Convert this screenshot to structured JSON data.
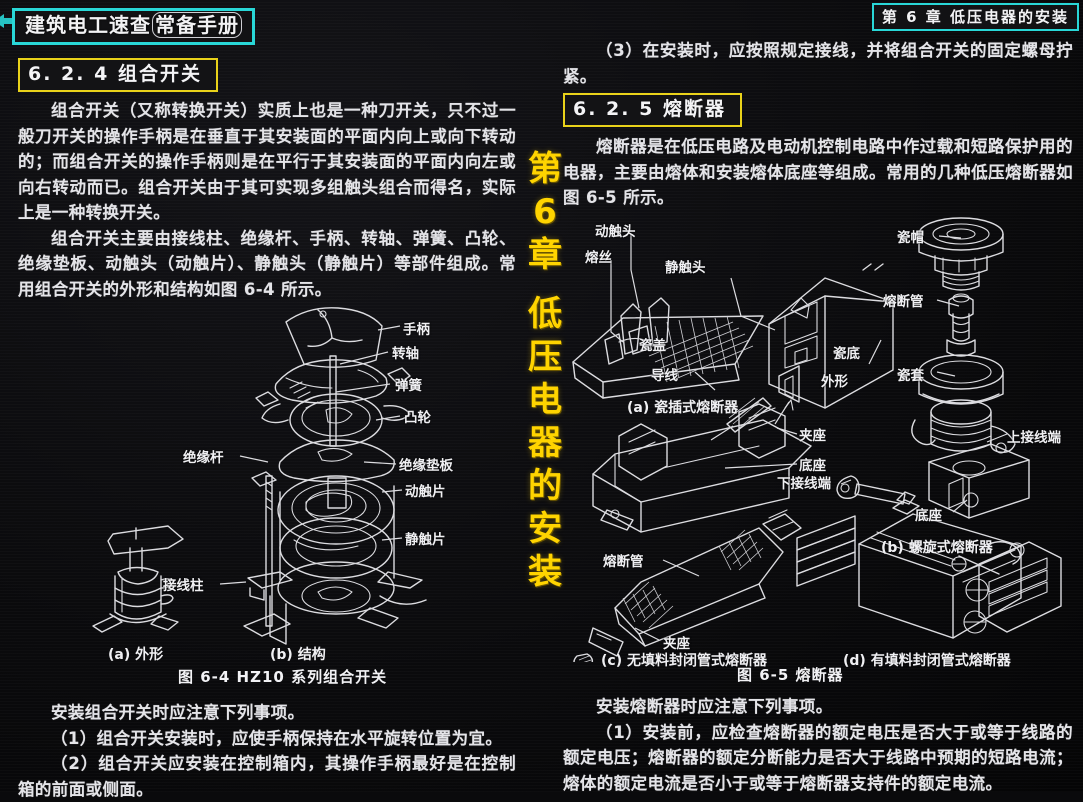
{
  "header": {
    "book_tag_main": "建筑电工速查",
    "book_tag_paren": "常备手册",
    "running_head": "第 6 章    低压电器的安装",
    "left_edge_icon": "bookmark-arrow-icon"
  },
  "chapter_vertical": {
    "line1": "第",
    "line2": "6",
    "line3": "章",
    "line4": "低",
    "line5": "压",
    "line6": "电",
    "line7": "器",
    "line8": "的",
    "line9": "安",
    "line10": "装"
  },
  "left_column": {
    "section_heading": "6. 2. 4    组合开关",
    "para1": "组合开关（又称转换开关）实质上也是一种刀开关，只不过一般刀开关的操作手柄是在垂直于其安装面的平面内向上或向下转动的；而组合开关的操作手柄则是在平行于其安装面的平面内向左或向右转动而已。组合开关由于其可实现多组触头组合而得名，实际上是一种转换开关。",
    "para2": "组合开关主要由接线柱、绝缘杆、手柄、转轴、弹簧、凸轮、绝缘垫板、动触头（动触片）、静触头（静触片）等部件组成。常用组合开关的外形和结构如图 6-4 所示。",
    "para3": "安装组合开关时应注意下列事项。",
    "para4": "（1）组合开关安装时，应使手柄保持在水平旋转位置为宜。",
    "para5": "（2）组合开关应安装在控制箱内，其操作手柄最好是在控制箱的前面或侧面。"
  },
  "right_column": {
    "para0": "（3）在安装时，应按照规定接线，并将组合开关的固定螺母拧紧。",
    "section_heading": "6. 2. 5    熔断器",
    "para1": "熔断器是在低压电路及电动机控制电路中作过载和短路保护用的电器，主要由熔体和安装熔体底座等组成。常用的几种低压熔断器如图 6-5 所示。",
    "para2": "安装熔断器时应注意下列事项。",
    "para3": "（1）安装前，应检查熔断器的额定电压是否大于或等于线路的额定电压；熔断器的额定分断能力是否大于线路中预期的短路电流；熔体的额定电流是否小于或等于熔断器支持件的额定电流。"
  },
  "figure_6_4": {
    "caption": "图 6-4    HZ10 系列组合开关",
    "sub_a": "(a) 外形",
    "sub_b": "(b) 结构",
    "labels": {
      "handle": "手柄",
      "shaft": "转轴",
      "spring": "弹簧",
      "cam": "凸轮",
      "insulating_rod": "绝缘杆",
      "insulating_plate": "绝缘垫板",
      "moving_contact": "动触片",
      "static_contact": "静触片",
      "terminal": "接线柱"
    }
  },
  "figure_6_5": {
    "caption": "图 6-5    熔断器",
    "sub_a": "(a) 瓷插式熔断器",
    "sub_b": "(b) 螺旋式熔断器",
    "sub_c": "(c) 无填料封闭管式熔断器",
    "sub_d": "(d) 有填料封闭管式熔断器",
    "labels_a": {
      "moving_contact": "动触头",
      "fuse_wire": "熔丝",
      "static_contact": "静触头",
      "porcelain_base": "瓷底",
      "porcelain_cover": "瓷盖",
      "lead_wire": "导线",
      "appearance": "外形"
    },
    "labels_b": {
      "porcelain_cap": "瓷帽",
      "fuse_tube": "熔断管",
      "porcelain_sleeve": "瓷套",
      "upper_terminal": "上接线端",
      "lower_terminal": "下接线端",
      "base": "底座"
    },
    "labels_c": {
      "clamp_top": "夹座",
      "base": "底座",
      "fuse_tube": "熔断管",
      "clamp_bottom": "夹座"
    }
  },
  "colors": {
    "page_background": "#0a0a0c",
    "accent_cyan": "#29d7d7",
    "accent_yellow": "#e9d21a",
    "chapter_yellow": "#ffd400",
    "text": "#e4e4e8"
  }
}
